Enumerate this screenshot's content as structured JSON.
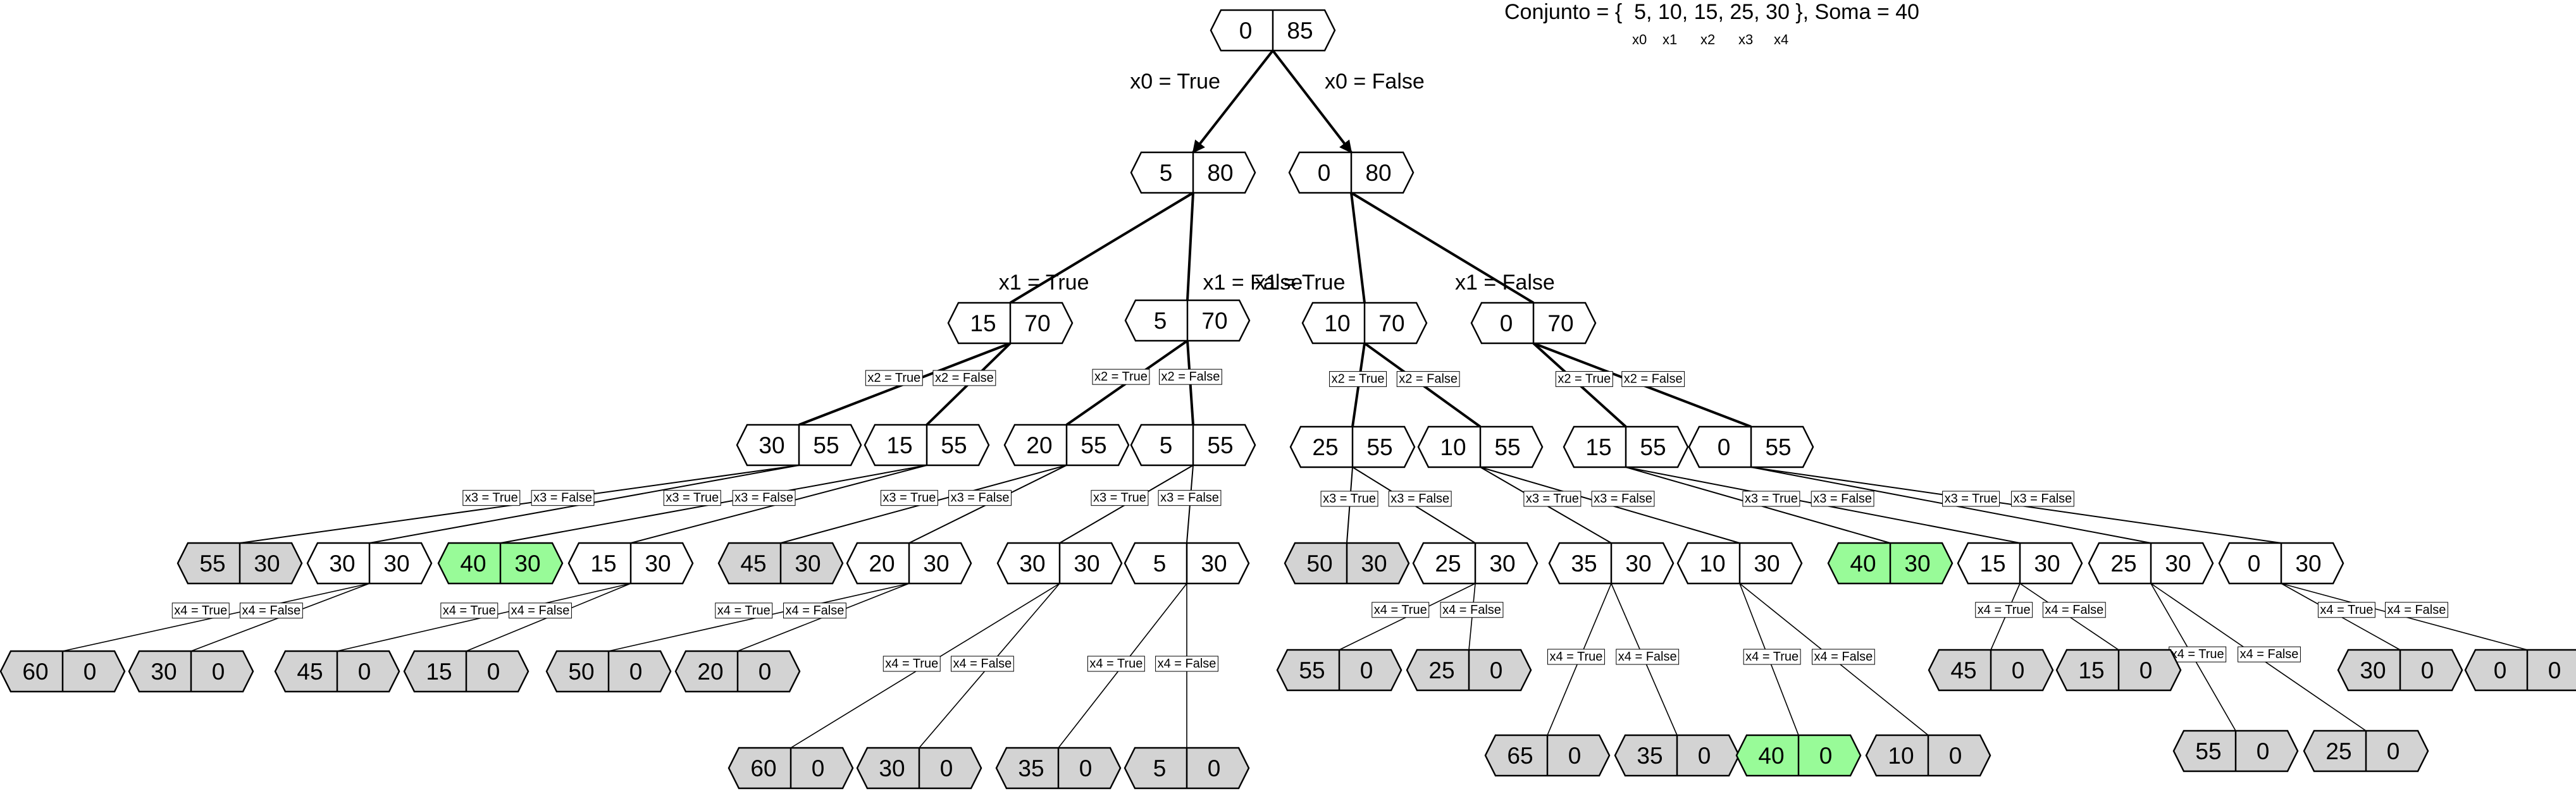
{
  "header": {
    "formula_prefix": "Conjunto = {",
    "formula_values": "5, 10, 15, 25, 30 }, Soma = 40",
    "index_labels": [
      "x0",
      "x1",
      "x2",
      "x3",
      "x4"
    ]
  },
  "colors": {
    "default_fill": "#ffffff",
    "pruned_fill": "#d3d3d3",
    "solution_fill": "#98fb98",
    "stroke": "#000000"
  },
  "nodes": [
    {
      "id": "r",
      "a": "0",
      "b": "85",
      "fill": "white"
    },
    {
      "id": "T",
      "a": "5",
      "b": "80",
      "fill": "white"
    },
    {
      "id": "F",
      "a": "0",
      "b": "80",
      "fill": "white"
    },
    {
      "id": "TT",
      "a": "15",
      "b": "70",
      "fill": "white"
    },
    {
      "id": "TF",
      "a": "5",
      "b": "70",
      "fill": "white"
    },
    {
      "id": "FT",
      "a": "10",
      "b": "70",
      "fill": "white"
    },
    {
      "id": "FF",
      "a": "0",
      "b": "70",
      "fill": "white"
    },
    {
      "id": "TTT",
      "a": "30",
      "b": "55",
      "fill": "white"
    },
    {
      "id": "TTF",
      "a": "15",
      "b": "55",
      "fill": "white"
    },
    {
      "id": "TFT",
      "a": "20",
      "b": "55",
      "fill": "white"
    },
    {
      "id": "TFF",
      "a": "5",
      "b": "55",
      "fill": "white"
    },
    {
      "id": "FTT",
      "a": "25",
      "b": "55",
      "fill": "white"
    },
    {
      "id": "FTF",
      "a": "10",
      "b": "55",
      "fill": "white"
    },
    {
      "id": "FFT",
      "a": "15",
      "b": "55",
      "fill": "white"
    },
    {
      "id": "FFF",
      "a": "0",
      "b": "55",
      "fill": "white"
    },
    {
      "id": "TTTT",
      "a": "55",
      "b": "30",
      "fill": "gray"
    },
    {
      "id": "TTTF",
      "a": "30",
      "b": "30",
      "fill": "white"
    },
    {
      "id": "TTFT",
      "a": "40",
      "b": "30",
      "fill": "green"
    },
    {
      "id": "TTFF",
      "a": "15",
      "b": "30",
      "fill": "white"
    },
    {
      "id": "TFTT",
      "a": "45",
      "b": "30",
      "fill": "gray"
    },
    {
      "id": "TFTF",
      "a": "20",
      "b": "30",
      "fill": "white"
    },
    {
      "id": "TFFT",
      "a": "30",
      "b": "30",
      "fill": "white"
    },
    {
      "id": "TFFF",
      "a": "5",
      "b": "30",
      "fill": "white"
    },
    {
      "id": "FTTT",
      "a": "50",
      "b": "30",
      "fill": "gray"
    },
    {
      "id": "FTTF",
      "a": "25",
      "b": "30",
      "fill": "white"
    },
    {
      "id": "FTFT",
      "a": "35",
      "b": "30",
      "fill": "white"
    },
    {
      "id": "FTFF",
      "a": "10",
      "b": "30",
      "fill": "white"
    },
    {
      "id": "FFTT",
      "a": "40",
      "b": "30",
      "fill": "green"
    },
    {
      "id": "FFTF",
      "a": "15",
      "b": "30",
      "fill": "white"
    },
    {
      "id": "FFFT",
      "a": "25",
      "b": "30",
      "fill": "white"
    },
    {
      "id": "FFFF",
      "a": "0",
      "b": "30",
      "fill": "white"
    },
    {
      "id": "TTTFT",
      "a": "60",
      "b": "0",
      "fill": "gray"
    },
    {
      "id": "TTTFF",
      "a": "30",
      "b": "0",
      "fill": "gray"
    },
    {
      "id": "TTFFT",
      "a": "45",
      "b": "0",
      "fill": "gray"
    },
    {
      "id": "TTFFF",
      "a": "15",
      "b": "0",
      "fill": "gray"
    },
    {
      "id": "TFTFT",
      "a": "50",
      "b": "0",
      "fill": "gray"
    },
    {
      "id": "TFTFF",
      "a": "20",
      "b": "0",
      "fill": "gray"
    },
    {
      "id": "TFFTT",
      "a": "60",
      "b": "0",
      "fill": "gray"
    },
    {
      "id": "TFFTF",
      "a": "30",
      "b": "0",
      "fill": "gray"
    },
    {
      "id": "TFFFT",
      "a": "35",
      "b": "0",
      "fill": "gray"
    },
    {
      "id": "TFFFF",
      "a": "5",
      "b": "0",
      "fill": "gray"
    },
    {
      "id": "FTTFT",
      "a": "55",
      "b": "0",
      "fill": "gray"
    },
    {
      "id": "FTTFF",
      "a": "25",
      "b": "0",
      "fill": "gray"
    },
    {
      "id": "FTFTT",
      "a": "65",
      "b": "0",
      "fill": "gray"
    },
    {
      "id": "FTFTF",
      "a": "35",
      "b": "0",
      "fill": "gray"
    },
    {
      "id": "FTFFT",
      "a": "40",
      "b": "0",
      "fill": "green"
    },
    {
      "id": "FTFFF",
      "a": "10",
      "b": "0",
      "fill": "gray"
    },
    {
      "id": "FFTFT",
      "a": "45",
      "b": "0",
      "fill": "gray"
    },
    {
      "id": "FFTFF",
      "a": "15",
      "b": "0",
      "fill": "gray"
    },
    {
      "id": "FFFTT",
      "a": "55",
      "b": "0",
      "fill": "gray"
    },
    {
      "id": "FFFTF",
      "a": "25",
      "b": "0",
      "fill": "gray"
    },
    {
      "id": "FFFFT",
      "a": "30",
      "b": "0",
      "fill": "gray"
    },
    {
      "id": "FFFFF",
      "a": "0",
      "b": "0",
      "fill": "gray"
    }
  ],
  "edges": [
    {
      "from": "r",
      "to": "T",
      "label": "x0 = True"
    },
    {
      "from": "r",
      "to": "F",
      "label": "x0 = False"
    },
    {
      "from": "T",
      "to": "TT",
      "label": "x1 = True"
    },
    {
      "from": "T",
      "to": "TF",
      "label": "x1 = False"
    },
    {
      "from": "F",
      "to": "FT",
      "label": "x1 = True"
    },
    {
      "from": "F",
      "to": "FF",
      "label": "x1 = False"
    },
    {
      "from": "TT",
      "to": "TTT",
      "label": "x2 = True"
    },
    {
      "from": "TT",
      "to": "TTF",
      "label": "x2 = False"
    },
    {
      "from": "TF",
      "to": "TFT",
      "label": "x2 = True"
    },
    {
      "from": "TF",
      "to": "TFF",
      "label": "x2 = False"
    },
    {
      "from": "FT",
      "to": "FTT",
      "label": "x2 = True"
    },
    {
      "from": "FT",
      "to": "FTF",
      "label": "x2 = False"
    },
    {
      "from": "FF",
      "to": "FFT",
      "label": "x2 = True"
    },
    {
      "from": "FF",
      "to": "FFF",
      "label": "x2 = False"
    },
    {
      "from": "TTT",
      "to": "TTTT",
      "label": "x3 = True"
    },
    {
      "from": "TTT",
      "to": "TTTF",
      "label": "x3 = False"
    },
    {
      "from": "TTF",
      "to": "TTFT",
      "label": "x3 = True"
    },
    {
      "from": "TTF",
      "to": "TTFF",
      "label": "x3 = False"
    },
    {
      "from": "TFT",
      "to": "TFTT",
      "label": "x3 = True"
    },
    {
      "from": "TFT",
      "to": "TFTF",
      "label": "x3 = False"
    },
    {
      "from": "TFF",
      "to": "TFFT",
      "label": "x3 = True"
    },
    {
      "from": "TFF",
      "to": "TFFF",
      "label": "x3 = False"
    },
    {
      "from": "FTT",
      "to": "FTTT",
      "label": "x3 = True"
    },
    {
      "from": "FTT",
      "to": "FTTF",
      "label": "x3 = False"
    },
    {
      "from": "FTF",
      "to": "FTFT",
      "label": "x3 = True"
    },
    {
      "from": "FTF",
      "to": "FTFF",
      "label": "x3 = False"
    },
    {
      "from": "FFT",
      "to": "FFTT",
      "label": "x3 = True"
    },
    {
      "from": "FFT",
      "to": "FFTF",
      "label": "x3 = False"
    },
    {
      "from": "FFF",
      "to": "FFFT",
      "label": "x3 = True"
    },
    {
      "from": "FFF",
      "to": "FFFF",
      "label": "x3 = False"
    },
    {
      "from": "TTTF",
      "to": "TTTFT",
      "label": "x4 = True"
    },
    {
      "from": "TTTF",
      "to": "TTTFF",
      "label": "x4 = False"
    },
    {
      "from": "TTFF",
      "to": "TTFFT",
      "label": "x4 = True"
    },
    {
      "from": "TTFF",
      "to": "TTFFF",
      "label": "x4 = False"
    },
    {
      "from": "TFTF",
      "to": "TFTFT",
      "label": "x4 = True"
    },
    {
      "from": "TFTF",
      "to": "TFTFF",
      "label": "x4 = False"
    },
    {
      "from": "TFFT",
      "to": "TFFTT",
      "label": "x4 = True"
    },
    {
      "from": "TFFT",
      "to": "TFFTF",
      "label": "x4 = False"
    },
    {
      "from": "TFFF",
      "to": "TFFFT",
      "label": "x4 = True"
    },
    {
      "from": "TFFF",
      "to": "TFFFF",
      "label": "x4 = False"
    },
    {
      "from": "FTTF",
      "to": "FTTFT",
      "label": "x4 = True"
    },
    {
      "from": "FTTF",
      "to": "FTTFF",
      "label": "x4 = False"
    },
    {
      "from": "FTFT",
      "to": "FTFTT",
      "label": "x4 = True"
    },
    {
      "from": "FTFT",
      "to": "FTFTF",
      "label": "x4 = False"
    },
    {
      "from": "FTFF",
      "to": "FTFFT",
      "label": "x4 = True"
    },
    {
      "from": "FTFF",
      "to": "FTFFF",
      "label": "x4 = False"
    },
    {
      "from": "FFTF",
      "to": "FFTFT",
      "label": "x4 = True"
    },
    {
      "from": "FFTF",
      "to": "FFTFF",
      "label": "x4 = False"
    },
    {
      "from": "FFFT",
      "to": "FFFTT",
      "label": "x4 = True"
    },
    {
      "from": "FFFT",
      "to": "FFFTF",
      "label": "x4 = False"
    },
    {
      "from": "FFFF",
      "to": "FFFFT",
      "label": "x4 = True"
    },
    {
      "from": "FFFF",
      "to": "FFFFF",
      "label": "x4 = False"
    }
  ]
}
